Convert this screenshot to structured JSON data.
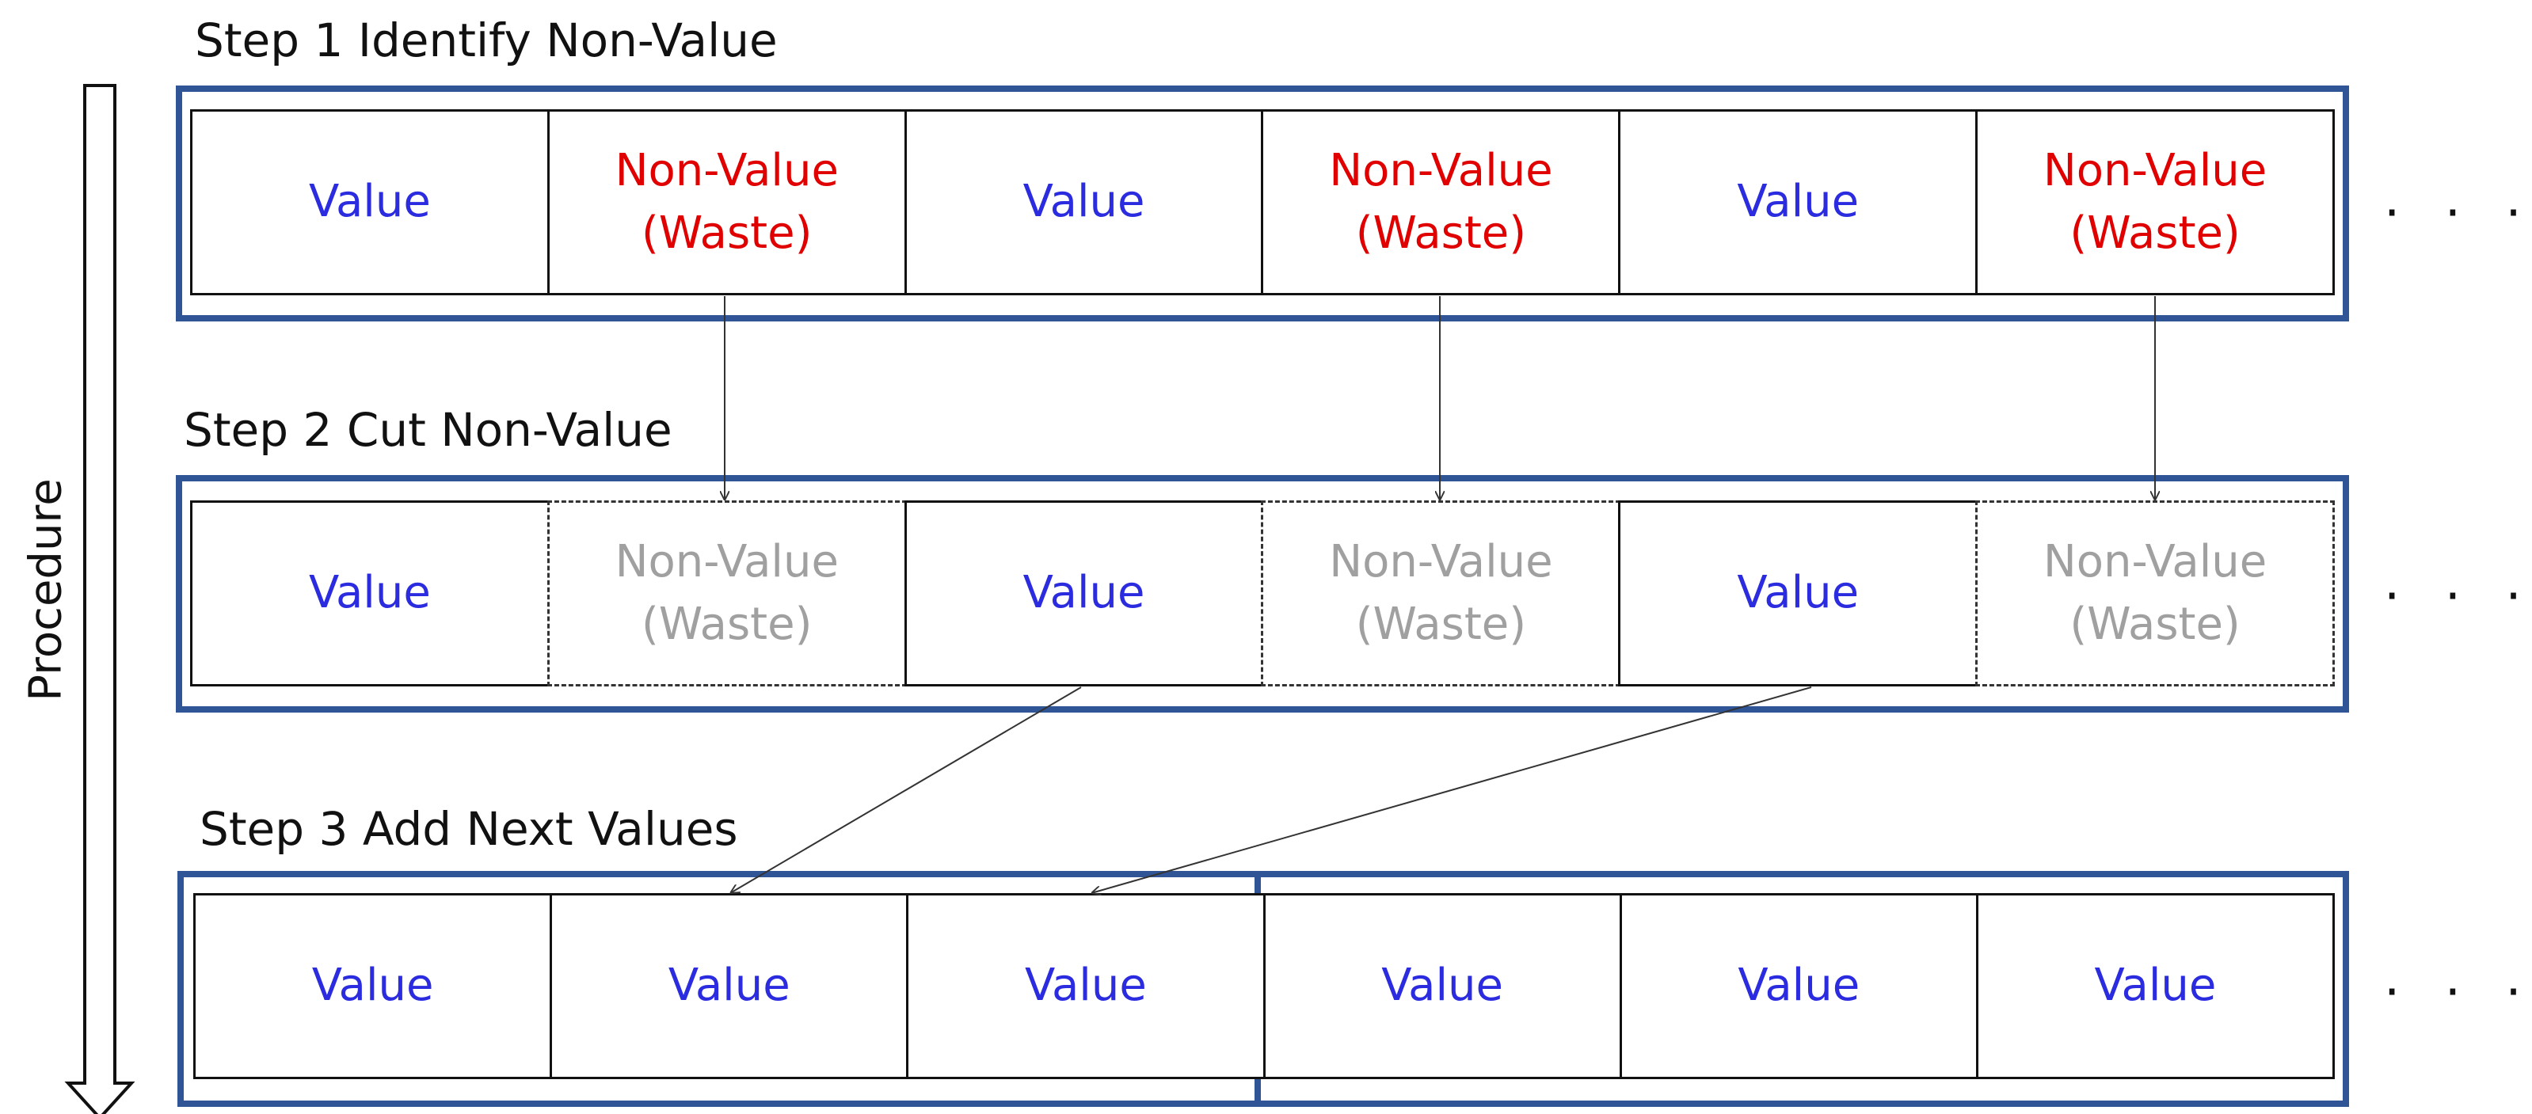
{
  "axis_label": "Procedure",
  "ellipsis": "· · ·",
  "step1": {
    "title": "Step 1 Identify Non-Value",
    "cells": [
      {
        "kind": "value",
        "line1": "Value",
        "line2": ""
      },
      {
        "kind": "waste",
        "line1": "Non-Value",
        "line2": "(Waste)"
      },
      {
        "kind": "value",
        "line1": "Value",
        "line2": ""
      },
      {
        "kind": "waste",
        "line1": "Non-Value",
        "line2": "(Waste)"
      },
      {
        "kind": "value",
        "line1": "Value",
        "line2": ""
      },
      {
        "kind": "waste",
        "line1": "Non-Value",
        "line2": "(Waste)"
      }
    ]
  },
  "step2": {
    "title": "Step 2 Cut Non-Value",
    "cells": [
      {
        "kind": "value",
        "line1": "Value",
        "line2": ""
      },
      {
        "kind": "cut",
        "line1": "Non-Value",
        "line2": "(Waste)"
      },
      {
        "kind": "value",
        "line1": "Value",
        "line2": ""
      },
      {
        "kind": "cut",
        "line1": "Non-Value",
        "line2": "(Waste)"
      },
      {
        "kind": "value",
        "line1": "Value",
        "line2": ""
      },
      {
        "kind": "cut",
        "line1": "Non-Value",
        "line2": "(Waste)"
      }
    ]
  },
  "step3": {
    "title": "Step 3 Add Next Values",
    "cells": [
      {
        "kind": "value",
        "line1": "Value",
        "line2": ""
      },
      {
        "kind": "value",
        "line1": "Value",
        "line2": ""
      },
      {
        "kind": "value",
        "line1": "Value",
        "line2": ""
      },
      {
        "kind": "value",
        "line1": "Value",
        "line2": ""
      },
      {
        "kind": "value",
        "line1": "Value",
        "line2": ""
      },
      {
        "kind": "value",
        "line1": "Value",
        "line2": ""
      }
    ]
  },
  "colors": {
    "frame": "#2f5597",
    "value_text": "#2b2bdf",
    "waste_text": "#e00000",
    "cut_text": "#a0a0a0"
  }
}
